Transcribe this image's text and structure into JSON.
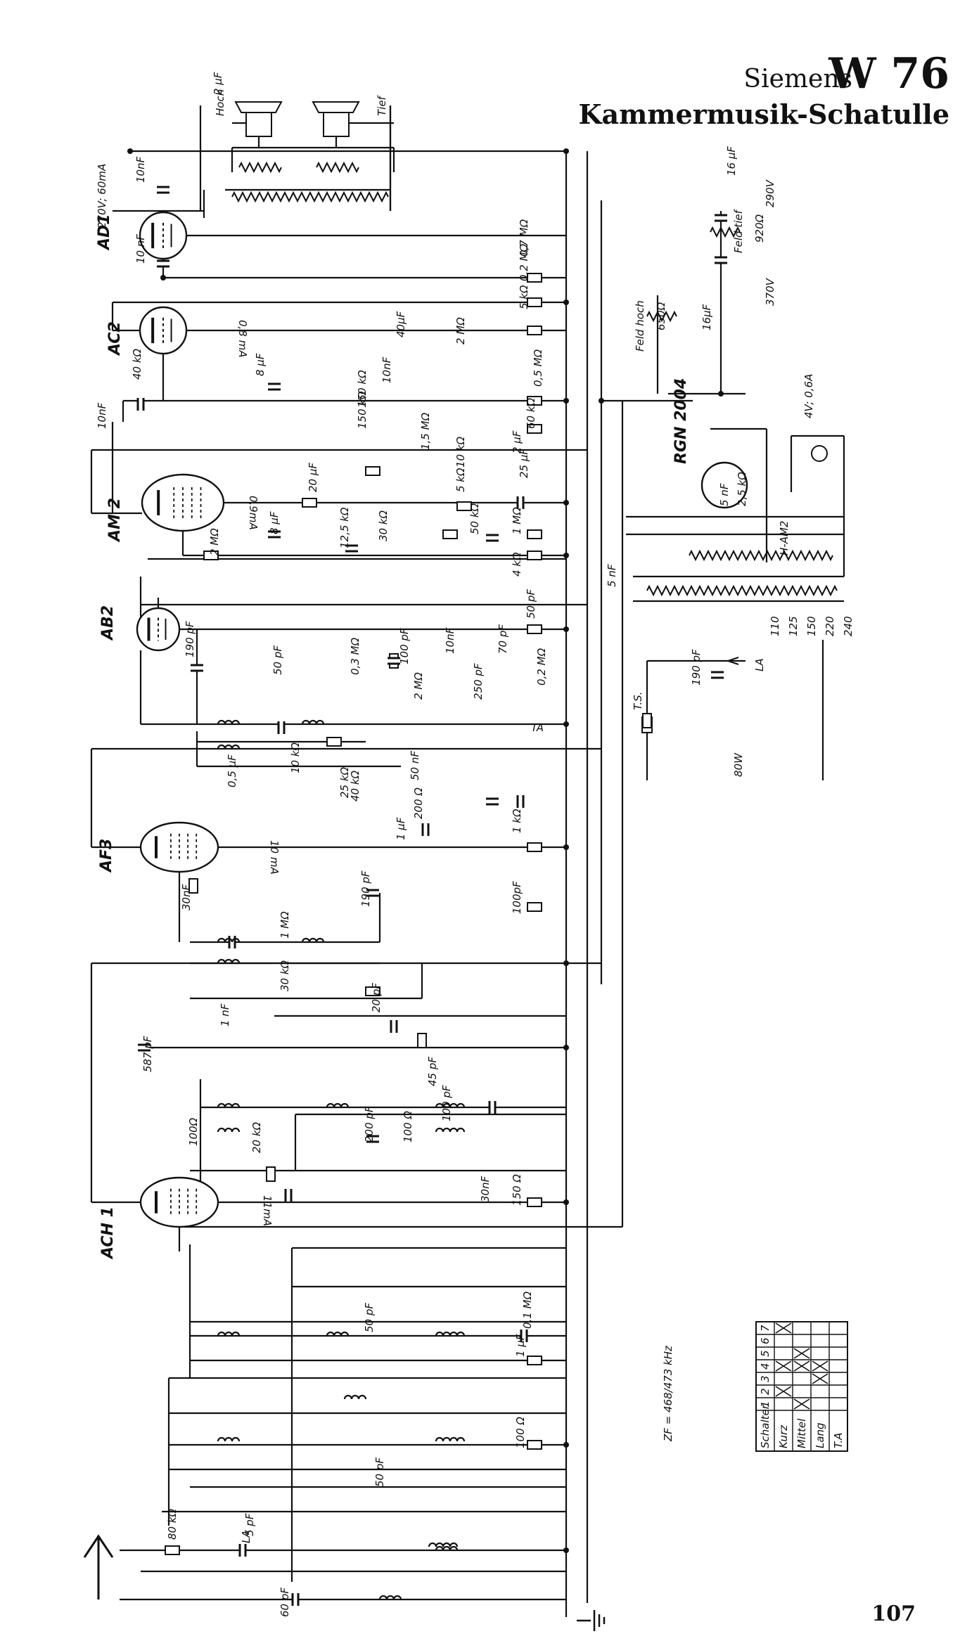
{
  "header": {
    "brand": "Siemens",
    "model": "W 76",
    "subtitle": "Kammermusik-Schatulle"
  },
  "page_number": "107",
  "colors": {
    "ink": "#111111",
    "paper": "#ffffff"
  },
  "tubes": [
    "AD1",
    "AC2",
    "AM 2",
    "AB2",
    "AF3",
    "ACH 1",
    "RGN 2004"
  ],
  "labels": {
    "speaker_high": "Hoch",
    "speaker_low": "Tief",
    "ad1_rating": "270V; 60mA",
    "voltage_290": "290V",
    "voltage_370": "370V",
    "field_low": "Feld tief",
    "field_high": "Feld hoch",
    "mains_fuse": "4V; 0,6A",
    "h_am2": "H-AM2",
    "aerial": "LA",
    "power": "80W",
    "fuse_ts": "T.S.",
    "if_freq": "ZF = 468/473 kHz",
    "ac2_current": "0,8 mA",
    "am2_current": "0,9mA",
    "af3_current": "10 mA",
    "ach1_current": "11mA",
    "ta": "TA"
  },
  "mains_taps": [
    "110",
    "125",
    "150",
    "220",
    "240"
  ],
  "components": [
    "10nF",
    "2 μF",
    "16 μF",
    "10 nF",
    "920Ω",
    "0,7 MΩ",
    "0,2 MΩ",
    "5 kΩ",
    "16μF",
    "650Ω",
    "40μF",
    "2 MΩ",
    "8 μF",
    "10nF",
    "40 kΩ",
    "150 kΩ",
    "0,5 MΩ",
    "10nF",
    "150 kΩ",
    "60 kΩ",
    "2 μF",
    "1,5 MΩ",
    "10 kΩ",
    "5 kΩ",
    "20 μF",
    "25 μF",
    "8 μF",
    "12,5 kΩ",
    "30 kΩ",
    "50 kΩ",
    "1 MΩ",
    "2 MΩ",
    "4 kΩ",
    "5 nF",
    "5 nF",
    "2,5 kΩ",
    "50 pF",
    "190 pF",
    "50 pF",
    "0,3 MΩ",
    "100 pF",
    "10nF",
    "70 pF",
    "0,2 MΩ",
    "2 MΩ",
    "250 pF",
    "190 pF",
    "0,5 μF",
    "10 kΩ",
    "25 kΩ",
    "40 kΩ",
    "50 nF",
    "1 μF",
    "200 Ω",
    "1 kΩ",
    "30nF",
    "190 pF",
    "1 MΩ",
    "100pF",
    "30 kΩ",
    "20 pF",
    "1 nF",
    "587 pF",
    "200 pF",
    "100 Ω",
    "45 pF",
    "100 pF",
    "100Ω",
    "20 kΩ",
    "30nF",
    "150 Ω",
    "50 pF",
    "0,1 MΩ",
    "1 μF",
    "100 Ω",
    "5 pF",
    "50 pF",
    "80 kΩ",
    "60 pF"
  ],
  "switch_table": {
    "header": [
      "Schalter",
      "1",
      "2",
      "3",
      "4",
      "5",
      "6",
      "7"
    ],
    "rows": [
      {
        "label": "Kurz",
        "marks": [
          false,
          true,
          false,
          true,
          false,
          false,
          true
        ]
      },
      {
        "label": "Mittel",
        "marks": [
          true,
          false,
          false,
          true,
          true,
          false,
          false
        ]
      },
      {
        "label": "Lang",
        "marks": [
          false,
          false,
          true,
          true,
          false,
          false,
          false
        ]
      },
      {
        "label": "T.A",
        "marks": [
          false,
          false,
          false,
          false,
          false,
          false,
          false
        ]
      }
    ]
  }
}
